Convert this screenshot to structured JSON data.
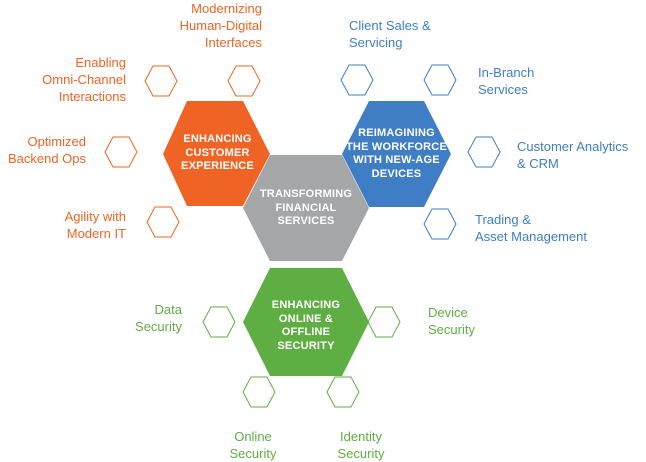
{
  "colors": {
    "orange": "#ef6424",
    "blue": "#3f7ec5",
    "gray": "#a4a6a8",
    "green": "#5fae43"
  },
  "center": {
    "label": "TRANSFORMING\nFINANCIAL\nSERVICES"
  },
  "clusters": {
    "customer": {
      "label": "ENHANCING\nCUSTOMER\nEXPERIENCE",
      "items": [
        "Modernizing\nHuman-Digital\nInterfaces",
        "Enabling\nOmni-Channel\nInteractions",
        "Optimized\nBackend Ops",
        "Agility with\nModern IT"
      ]
    },
    "workforce": {
      "label": "REIMAGINING\nTHE WORKFORCE\nWITH NEW-AGE\nDEVICES",
      "items": [
        "Client Sales &\nServicing",
        "In-Branch\nServices",
        "Customer Analytics\n& CRM",
        "Trading &\nAsset Management"
      ]
    },
    "security": {
      "label": "ENHANCING\nONLINE &\nOFFLINE\nSECURITY",
      "items": [
        "Data\nSecurity",
        "Device\nSecurity",
        "Online\nSecurity",
        "Identity\nSecurity"
      ]
    }
  }
}
